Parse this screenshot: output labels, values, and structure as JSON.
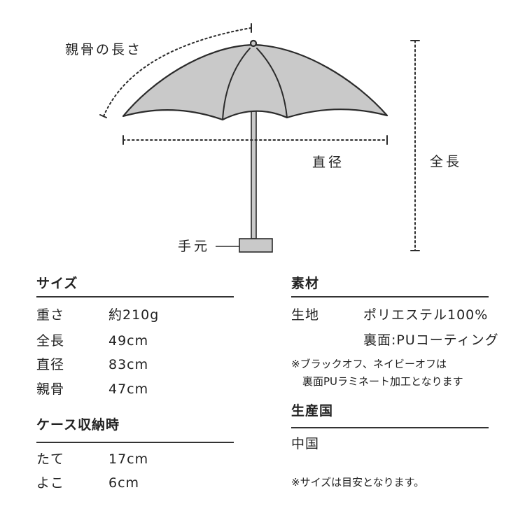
{
  "diagram": {
    "labels": {
      "rib_length": "親骨の長さ",
      "diameter": "直径",
      "total_length": "全長",
      "handle": "手元"
    }
  },
  "size_section": {
    "title": "サイズ",
    "rows": [
      {
        "label": "重さ",
        "value": "約210g"
      },
      {
        "label": "全長",
        "value": "49cm"
      },
      {
        "label": "直径",
        "value": "83cm"
      },
      {
        "label": "親骨",
        "value": "47cm"
      }
    ]
  },
  "case_section": {
    "title": "ケース収納時",
    "rows": [
      {
        "label": "たて",
        "value": "17cm"
      },
      {
        "label": "よこ",
        "value": "6cm"
      }
    ]
  },
  "material_section": {
    "title": "素材",
    "fabric": {
      "label": "生地",
      "values": [
        "ポリエステル100%",
        "裏面:PUコーティング"
      ]
    },
    "notes": [
      "※ブラックオフ、ネイビーオフは",
      "裏面PUラミネート加工となります"
    ]
  },
  "origin_section": {
    "title": "生産国",
    "value": "中国",
    "note": "※サイズは目安となります。"
  },
  "colors": {
    "canopy_fill": "#c9c9c9",
    "outline": "#2b2b2b",
    "text": "#222222",
    "rule": "#333333",
    "background": "#ffffff"
  }
}
